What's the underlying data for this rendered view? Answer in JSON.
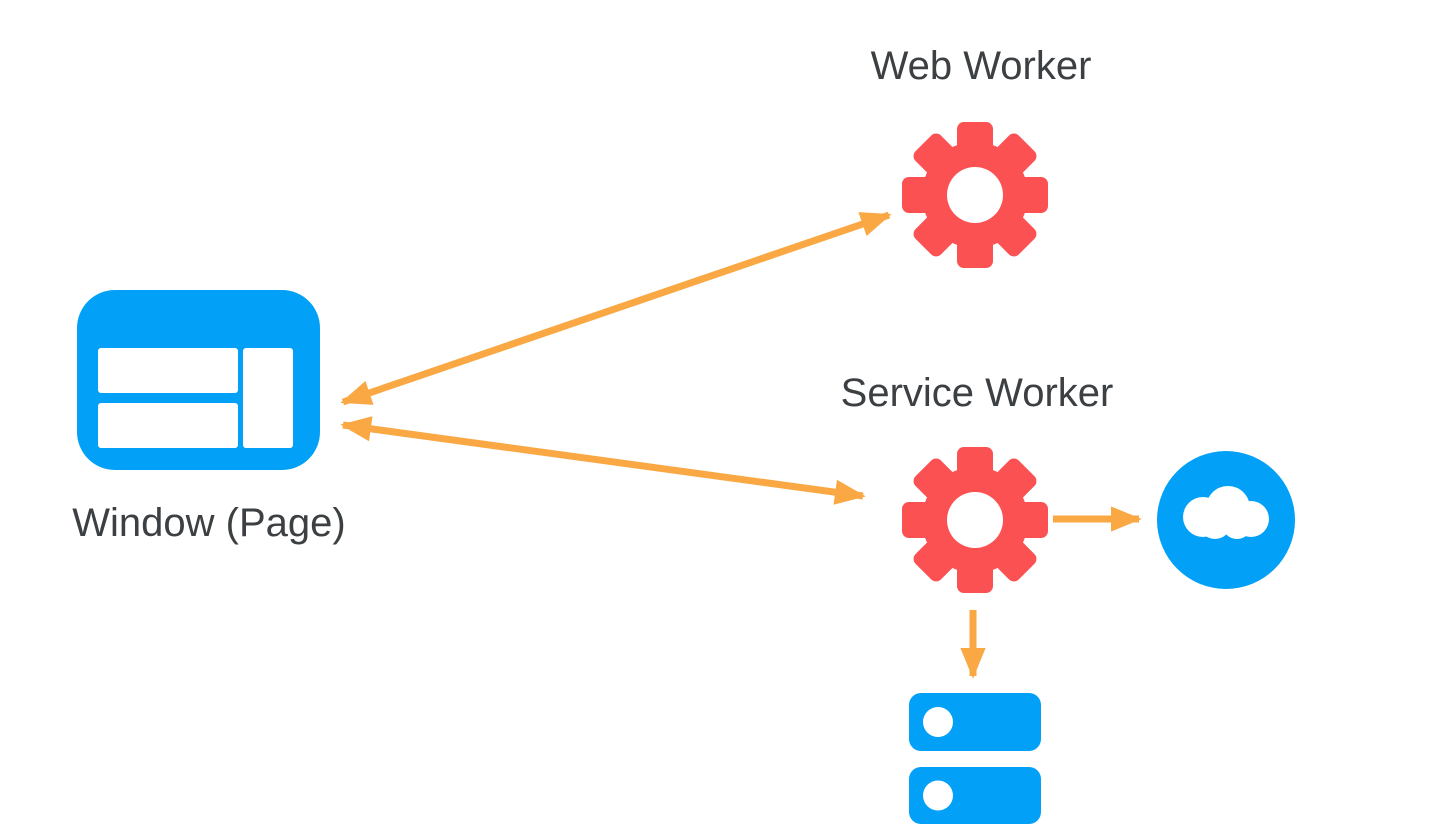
{
  "nodes": {
    "web_worker": {
      "label": "Web Worker",
      "icon": "gear-icon",
      "icon_color": "red"
    },
    "service_worker": {
      "label": "Service Worker",
      "icon": "gear-icon",
      "icon_color": "red"
    },
    "window_page": {
      "label": "Window (Page)",
      "icon": "browser-window-icon",
      "icon_color": "blue"
    },
    "network": {
      "icon": "cloud-icon",
      "icon_color": "blue"
    },
    "storage": {
      "icon": "database-icon",
      "icon_color": "blue"
    }
  },
  "edges": [
    {
      "from": "window_page",
      "to": "web_worker",
      "bidirectional": true
    },
    {
      "from": "window_page",
      "to": "service_worker",
      "bidirectional": true
    },
    {
      "from": "service_worker",
      "to": "network",
      "bidirectional": false
    },
    {
      "from": "service_worker",
      "to": "storage",
      "bidirectional": false
    }
  ],
  "colors": {
    "blue": "#02A0F7",
    "red": "#FC5153",
    "orange": "#F9A843",
    "ink": "#3C4043",
    "background": "#FFFFFF"
  }
}
